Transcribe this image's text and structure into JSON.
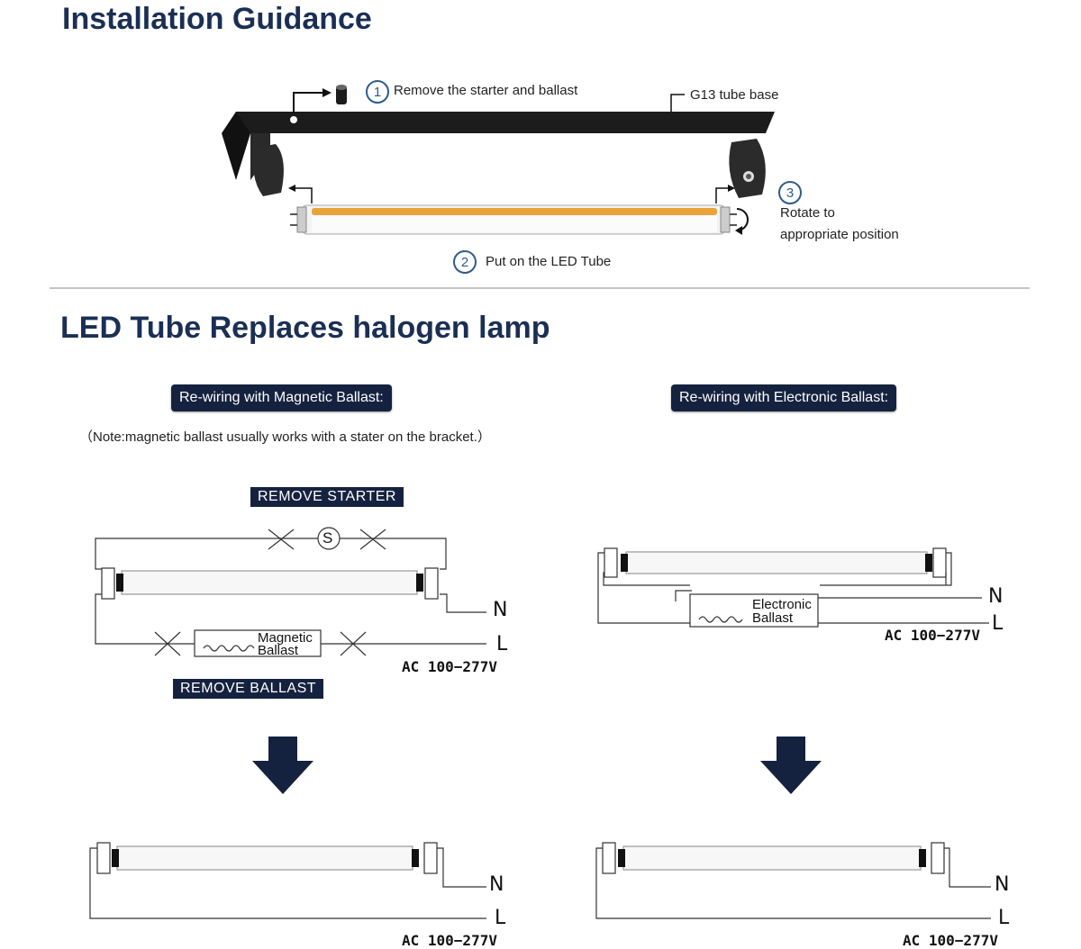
{
  "installation": {
    "title": "Installation Guidance",
    "step1": {
      "num": "1",
      "text": "Remove the starter and ballast"
    },
    "base_label": "G13 tube base",
    "step2": {
      "num": "2",
      "text": "Put on the LED Tube"
    },
    "step3": {
      "num": "3",
      "text_line1": "Rotate to",
      "text_line2": "appropriate position"
    }
  },
  "replace": {
    "title": "LED Tube Replaces halogen lamp",
    "magnetic": {
      "badge": "Re-wiring with Magnetic Ballast:",
      "note": "（Note:magnetic ballast usually works with a stater on the bracket.）",
      "remove_starter": "REMOVE STARTER",
      "starter_symbol": "S",
      "ballast_line1": "Magnetic",
      "ballast_line2": "Ballast",
      "remove_ballast": "REMOVE BALLAST",
      "wire_n": "N",
      "wire_l": "L",
      "ac": "AC  100−277V"
    },
    "electronic": {
      "badge": "Re-wiring with Electronic Ballast:",
      "ballast_line1": "Electronic",
      "ballast_line2": "Ballast",
      "wire_n": "N",
      "wire_l": "L",
      "ac": "AC  100−277V"
    },
    "result_left": {
      "wire_n": "N",
      "wire_l": "L",
      "ac": "AC  100−277V"
    },
    "result_right": {
      "wire_n": "N",
      "wire_l": "L",
      "ac": "AC  100−277V"
    }
  },
  "colors": {
    "navy": "#15223f",
    "title": "#1b2f55",
    "glow": "#e8a43a",
    "accent": "#2d5d8a"
  }
}
